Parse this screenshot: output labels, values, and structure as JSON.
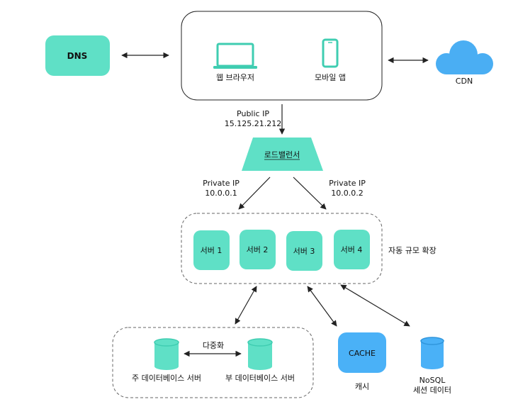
{
  "dns": {
    "label": "DNS"
  },
  "clients": {
    "web_browser": "웹 브라우저",
    "mobile_app": "모바일 앱"
  },
  "cdn": {
    "label": "CDN"
  },
  "public_ip": {
    "label": "Public IP",
    "address": "15.125.21.212"
  },
  "load_balancer": {
    "label": "로드밸런서"
  },
  "private_ip_left": {
    "label": "Private IP",
    "address": "10.0.0.1"
  },
  "private_ip_right": {
    "label": "Private IP",
    "address": "10.0.0.2"
  },
  "servers": [
    "서버 1",
    "서버 2",
    "서버 3",
    "서버 4"
  ],
  "auto_scaling": {
    "label": "자동 규모 확장"
  },
  "database": {
    "replication_label": "다중화",
    "primary_label": "주 데이터베이스 서버",
    "secondary_label": "부 데이터베이스 서버"
  },
  "cache": {
    "box_label": "CACHE",
    "caption": "캐시"
  },
  "nosql": {
    "title": "NoSQL",
    "subtitle": "세션 데이터"
  },
  "colors": {
    "mint": "#5fe0c6",
    "mint_dark": "#3fcdb1",
    "cache_blue": "#4ab1f7",
    "cdn_blue": "#4aaef3",
    "stroke": "#222222"
  }
}
